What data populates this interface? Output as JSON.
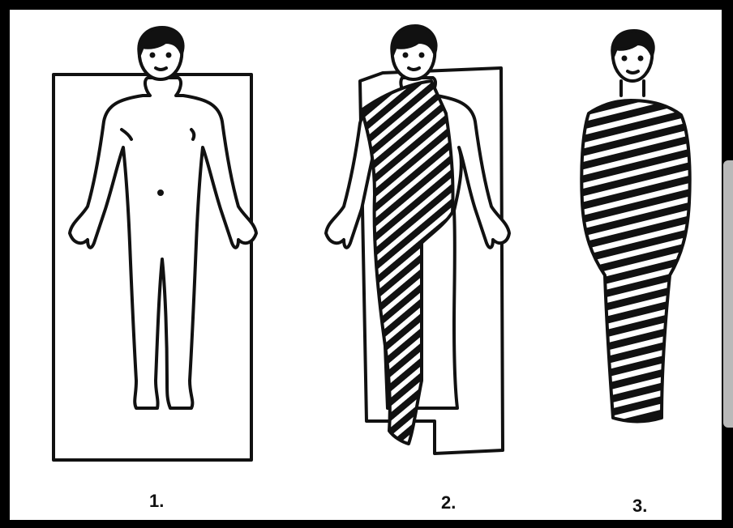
{
  "figure": {
    "labels": [
      "1.",
      "2.",
      "3."
    ]
  },
  "colors": {
    "background": "#ffffff",
    "ink": "#111111",
    "frame": "#000000"
  }
}
